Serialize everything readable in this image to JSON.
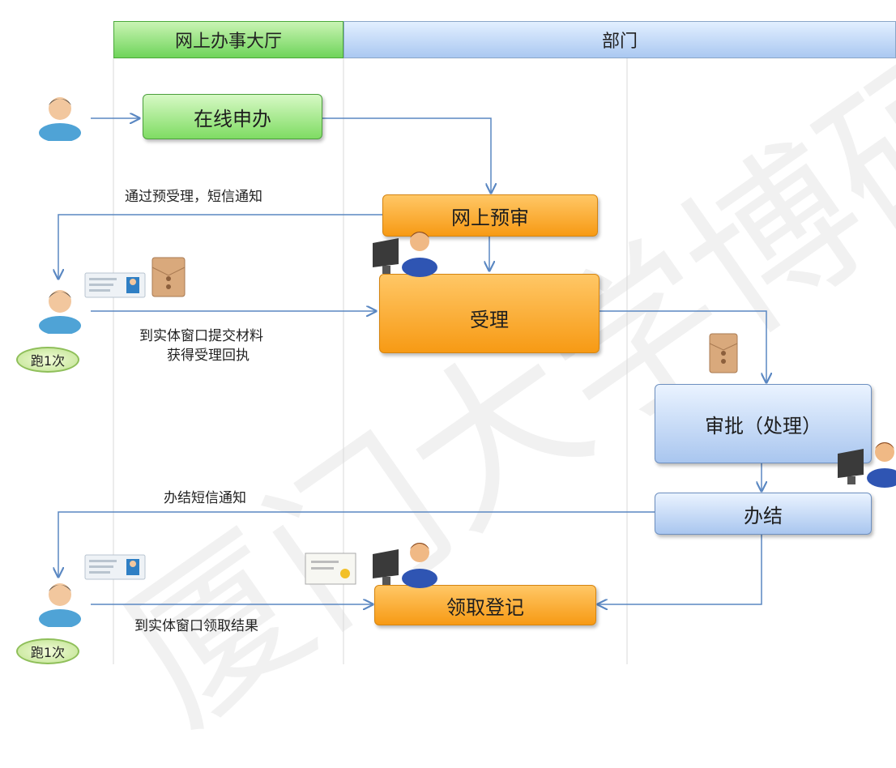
{
  "lanes": {
    "hall": "网上办事大厅",
    "dept": "部门"
  },
  "boxes": {
    "online_apply": "在线申办",
    "online_review": "网上预审",
    "accept": "受理",
    "approve": "审批（处理）",
    "complete": "办结",
    "pickup": "领取登记"
  },
  "labels": {
    "pre_accept_sms": "通过预受理，短信通知",
    "submit_line1": "到实体窗口提交材料",
    "submit_line2": "获得受理回执",
    "complete_sms": "办结短信通知",
    "pickup_result": "到实体窗口领取结果"
  },
  "badges": {
    "run_once_1": "跑1次",
    "run_once_2": "跑1次"
  },
  "watermark": "厦门大学博硕士",
  "icons": [
    "user-icon",
    "id-card-icon",
    "envelope-icon",
    "officer-at-computer-icon",
    "certificate-icon"
  ],
  "colors": {
    "green": "#7fdc63",
    "orange": "#f79a14",
    "blue": "#a9c6ef",
    "line": "#5a87c2"
  }
}
